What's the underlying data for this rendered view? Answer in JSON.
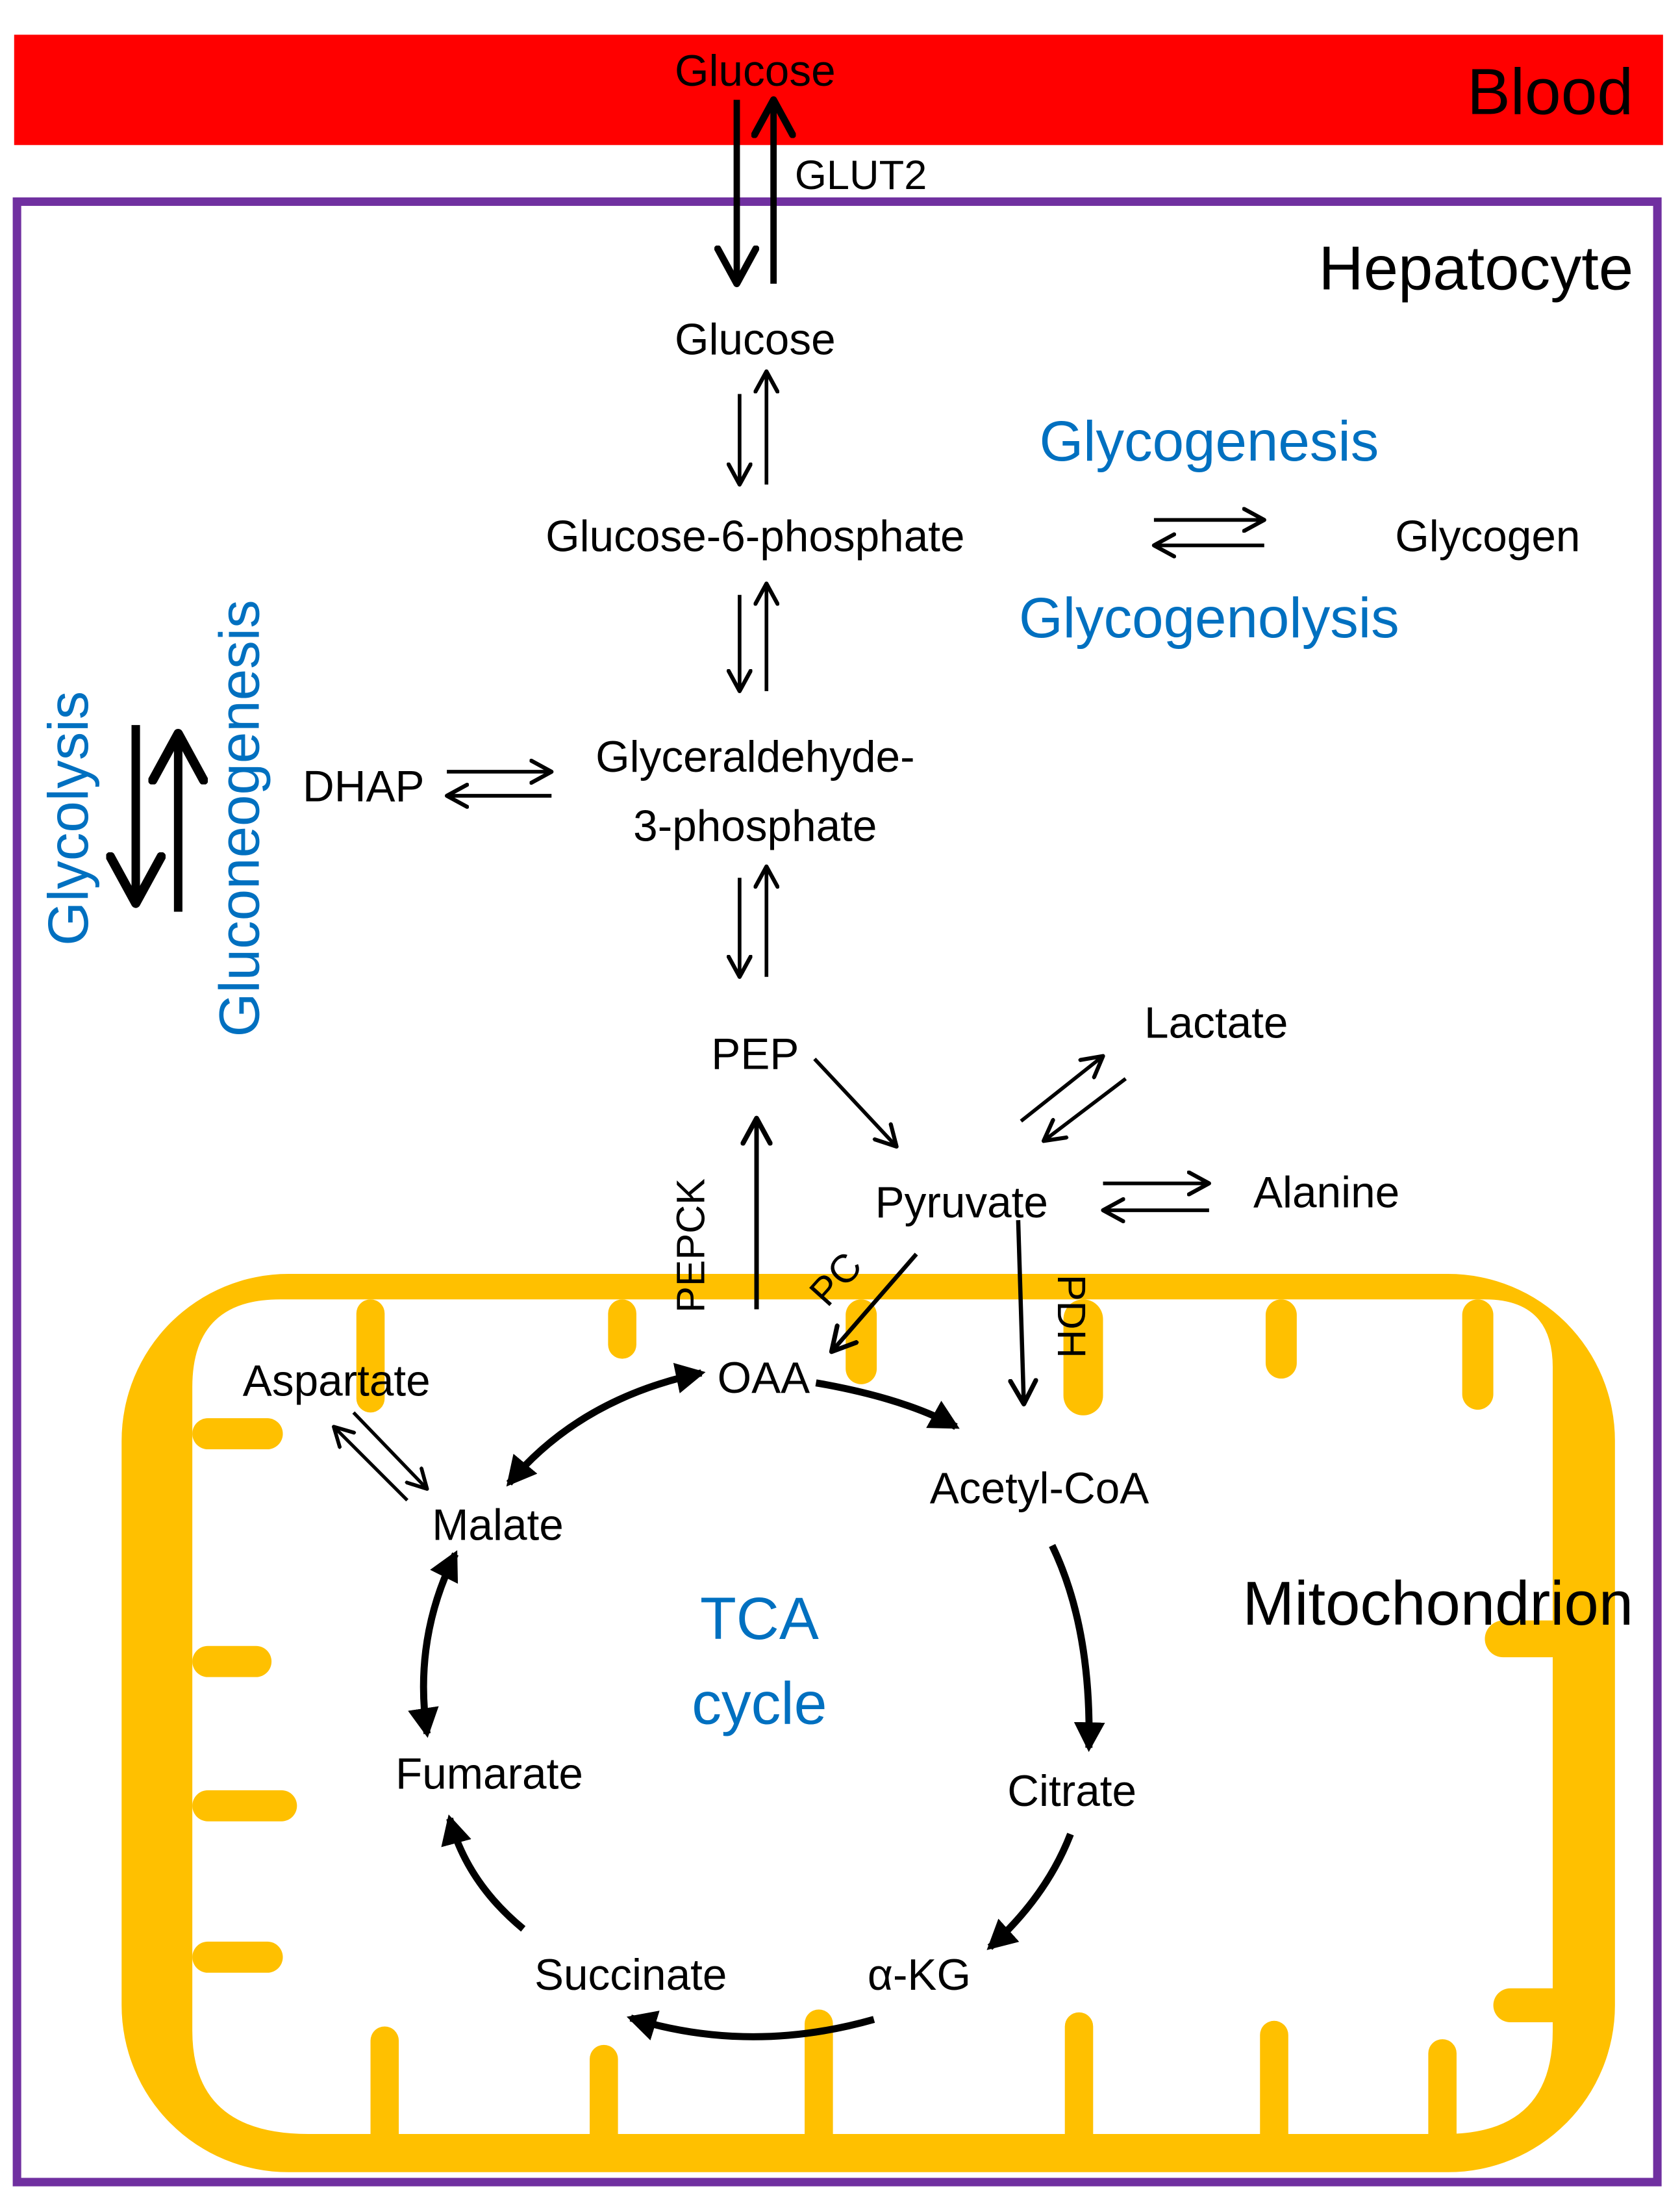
{
  "blood": {
    "label": "Blood",
    "glucose": "Glucose",
    "transporter": "GLUT2"
  },
  "hepatocyte": {
    "label": "Hepatocyte",
    "glucose": "Glucose",
    "g6p": "Glucose-6-phosphate",
    "glycogen": "Glycogen",
    "glycogenesis": "Glycogenesis",
    "glycogenolysis": "Glycogenolysis",
    "dhap": "DHAP",
    "gap_line1": "Glyceraldehyde-",
    "gap_line2": "3-phosphate",
    "glycolysis": "Glycolysis",
    "gluconeogenesis": "Gluconeogenesis",
    "pep": "PEP",
    "pyruvate": "Pyruvate",
    "lactate": "Lactate",
    "alanine": "Alanine",
    "pepck": "PEPCK",
    "pc": "PC",
    "pdh": "PDH"
  },
  "mitochondrion": {
    "label": "Mitochondrion",
    "oaa": "OAA",
    "acetyl_coa": "Acetyl-CoA",
    "citrate": "Citrate",
    "akg": "α-KG",
    "succinate": "Succinate",
    "fumarate": "Fumarate",
    "malate": "Malate",
    "aspartate": "Aspartate",
    "tca_line1": "TCA",
    "tca_line2": "cycle"
  },
  "colors": {
    "blood": "#ff0000",
    "cell_border": "#7030a0",
    "mito": "#ffc000",
    "process_text": "#0070c0",
    "ink": "#000000"
  }
}
